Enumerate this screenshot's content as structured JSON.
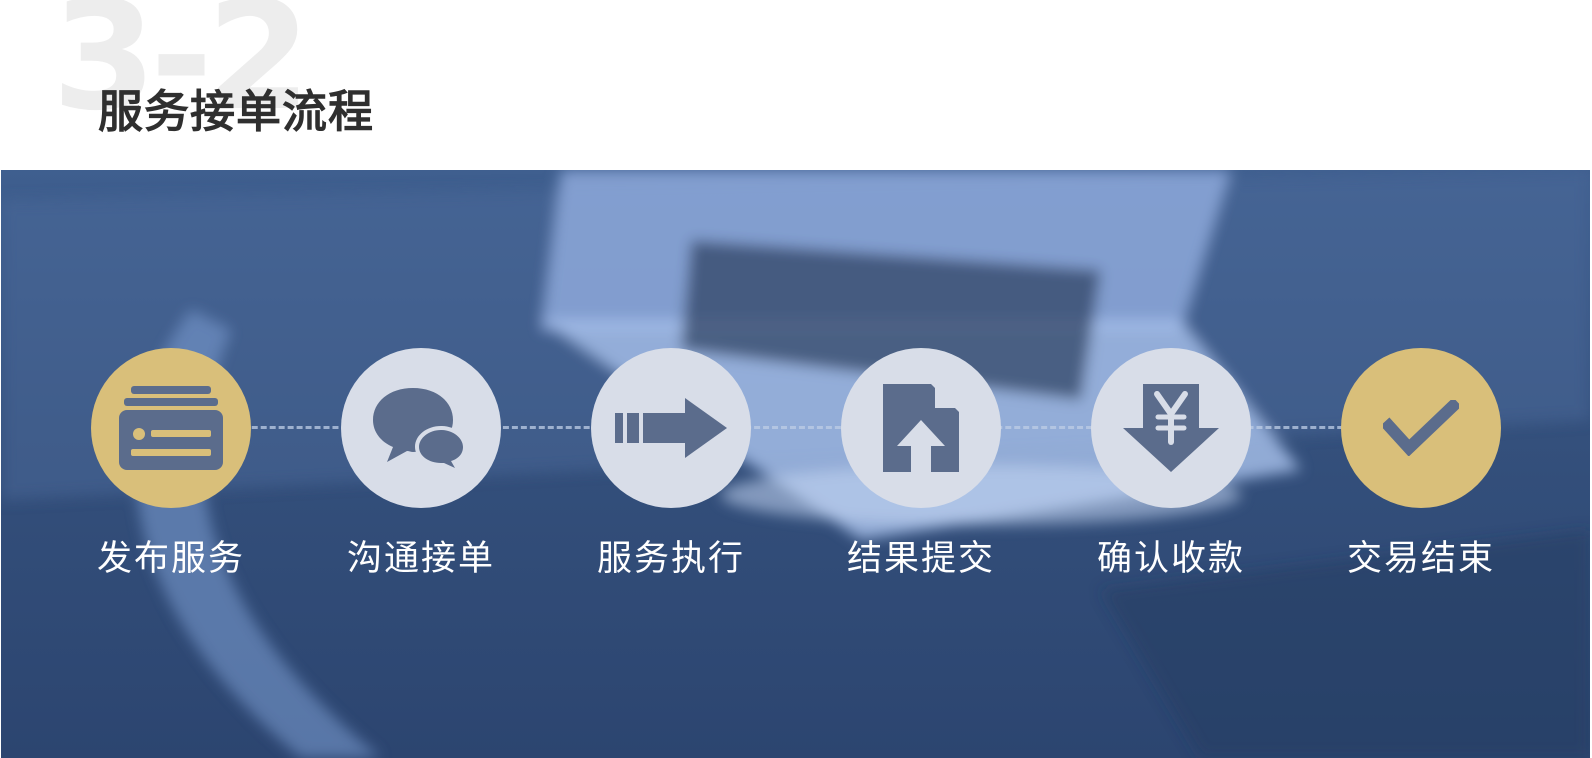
{
  "header": {
    "section_number": "3-2",
    "title": "服务接单流程"
  },
  "colors": {
    "accent_gold": "#d9bf7a",
    "icon_fill": "#5b6c8c",
    "banner_blue": "#34507c",
    "title_text": "#2f2f2f"
  },
  "steps": [
    {
      "label": "发布服务",
      "icon": "id-card-icon",
      "style": "gold"
    },
    {
      "label": "沟通接单",
      "icon": "chat-bubbles-icon",
      "style": "light"
    },
    {
      "label": "服务执行",
      "icon": "arrow-right-icon",
      "style": "light"
    },
    {
      "label": "结果提交",
      "icon": "file-upload-icon",
      "style": "light"
    },
    {
      "label": "确认收款",
      "icon": "yen-download-icon",
      "style": "light"
    },
    {
      "label": "交易结束",
      "icon": "checkmark-icon",
      "style": "gold"
    }
  ]
}
